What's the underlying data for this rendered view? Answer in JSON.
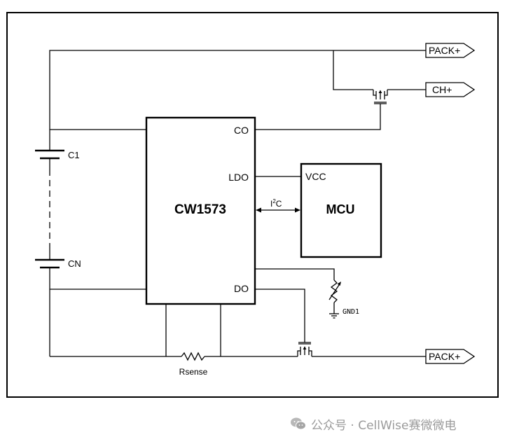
{
  "diagram": {
    "chip_label": "CW1573",
    "mcu_label": "MCU",
    "pins": {
      "co": "CO",
      "ldo": "LDO",
      "do": "DO",
      "vcc": "VCC"
    },
    "bus_label": {
      "prefix": "I",
      "sup": "2",
      "suffix": "C"
    },
    "cells": {
      "top": "C1",
      "bottom": "CN"
    },
    "connectors": {
      "pack_plus_top": "PACK+",
      "ch_plus": "CH+",
      "pack_plus_bottom": "PACK+"
    },
    "resistor_label": "Rsense",
    "thermistor_gnd_label": "GND1"
  },
  "watermark": {
    "text": "公众号 · CellWise赛微微电",
    "icon": "wechat-icon"
  }
}
